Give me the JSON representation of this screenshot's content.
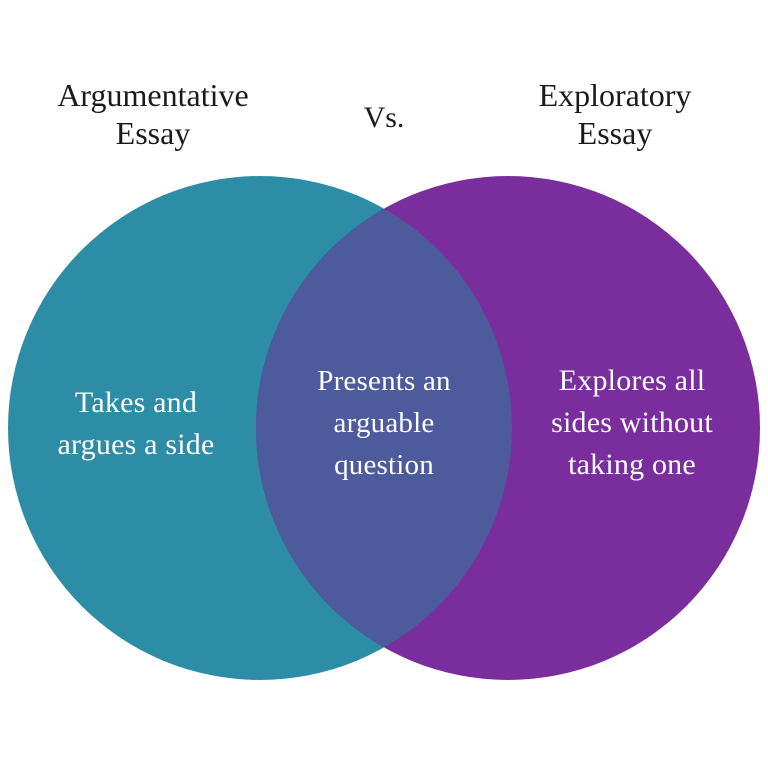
{
  "diagram": {
    "type": "venn",
    "background_color": "#ffffff",
    "headers": {
      "left": "Argumentative\nEssay",
      "separator": "Vs.",
      "right": "Exploratory\nEssay",
      "text_color": "#1a1a1a"
    },
    "regions": {
      "left_only": {
        "label": "Takes and\nargues a side",
        "color": "#2d8ca6",
        "text_color": "#ffffff"
      },
      "intersection": {
        "label": "Presents an\narguable\nquestion",
        "color": "#4d5a9c",
        "text_color": "#ffffff"
      },
      "right_only": {
        "label": "Explores all\nsides without\ntaking one",
        "color": "#7a2d9c",
        "text_color": "#ffffff"
      }
    }
  }
}
